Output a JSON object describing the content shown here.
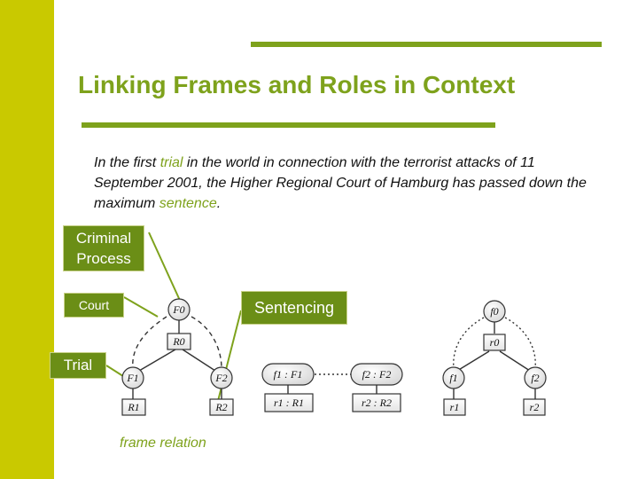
{
  "slide": {
    "title": "Linking Frames and Roles in Context",
    "sentence": {
      "part1": "In the first ",
      "trial": "trial",
      "part2": " in the world in connection with the terrorist attacks of 11 September 2001, the Higher Regional Court of Hamburg has passed down the maximum ",
      "sentence_word": "sentence",
      "part3": "."
    },
    "labels": {
      "criminal_process_line1": "Criminal",
      "criminal_process_line2": "Process",
      "court": "Court",
      "sentencing": "Sentencing",
      "trial": "Trial"
    },
    "footer_label": "frame relation"
  },
  "diagram": {
    "left_graph": {
      "top_node": "F0",
      "top_role": "R0",
      "child_left_node": "F1",
      "child_left_role": "R1",
      "child_right_node": "F2",
      "child_right_role": "R2"
    },
    "middle_pairs": [
      {
        "frame": "f1 : F1",
        "role": "r1 : R1"
      },
      {
        "frame": "f2 : F2",
        "role": "r2 : R2"
      }
    ],
    "right_graph": {
      "top_node": "f0",
      "top_role": "r0",
      "child_left_node": "f1",
      "child_left_role": "r1",
      "child_right_node": "f2",
      "child_right_role": "r2"
    }
  },
  "colors": {
    "sidebar": "#c9c900",
    "accent": "#7ea21c",
    "label_box": "#6b8e16"
  }
}
